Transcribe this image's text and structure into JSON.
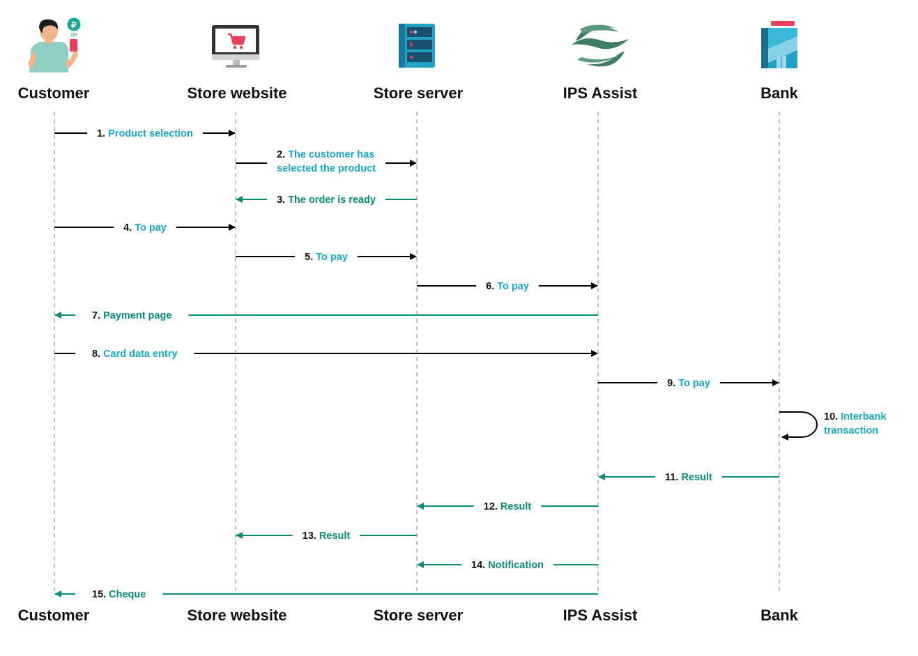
{
  "colors": {
    "request": "#000000",
    "response": "#0a8a7a",
    "text_blue": "#1ba5c6",
    "text_green": "#0a8a7a",
    "dark_text": "#111111",
    "lifeline": "#b4b4b4"
  },
  "actors": [
    {
      "id": "customer",
      "name": "Customer",
      "icon": "customer-with-phone-icon"
    },
    {
      "id": "store_website",
      "name": "Store website",
      "icon": "monitor-shopping-cart-icon"
    },
    {
      "id": "store_server",
      "name": "Store server",
      "icon": "server-rack-icon"
    },
    {
      "id": "ips_assist",
      "name": "IPS Assist",
      "icon": "ips-assist-logo-icon"
    },
    {
      "id": "bank",
      "name": "Bank",
      "icon": "bank-building-icon"
    }
  ],
  "messages": [
    {
      "num": "1.",
      "lines": [
        "Product selection"
      ],
      "from": "customer",
      "to": "store_website",
      "kind": "request"
    },
    {
      "num": "2.",
      "lines": [
        "The customer has",
        "selected the product"
      ],
      "from": "store_website",
      "to": "store_server",
      "kind": "request"
    },
    {
      "num": "3.",
      "lines": [
        "The order is ready"
      ],
      "from": "store_server",
      "to": "store_website",
      "kind": "response"
    },
    {
      "num": "4.",
      "lines": [
        "To pay"
      ],
      "from": "customer",
      "to": "store_website",
      "kind": "request"
    },
    {
      "num": "5.",
      "lines": [
        "To pay"
      ],
      "from": "store_website",
      "to": "store_server",
      "kind": "request"
    },
    {
      "num": "6.",
      "lines": [
        "To pay"
      ],
      "from": "store_server",
      "to": "ips_assist",
      "kind": "request"
    },
    {
      "num": "7.",
      "lines": [
        "Payment page"
      ],
      "from": "ips_assist",
      "to": "customer",
      "kind": "response"
    },
    {
      "num": "8.",
      "lines": [
        "Card data entry"
      ],
      "from": "customer",
      "to": "ips_assist",
      "kind": "request"
    },
    {
      "num": "9.",
      "lines": [
        "To pay"
      ],
      "from": "ips_assist",
      "to": "bank",
      "kind": "request"
    },
    {
      "num": "10.",
      "lines": [
        "Interbank",
        "transaction"
      ],
      "from": "bank",
      "to": "bank",
      "kind": "self"
    },
    {
      "num": "11.",
      "lines": [
        "Result"
      ],
      "from": "bank",
      "to": "ips_assist",
      "kind": "response"
    },
    {
      "num": "12.",
      "lines": [
        "Result"
      ],
      "from": "ips_assist",
      "to": "store_server",
      "kind": "response"
    },
    {
      "num": "13.",
      "lines": [
        "Result"
      ],
      "from": "store_server",
      "to": "store_website",
      "kind": "response"
    },
    {
      "num": "14.",
      "lines": [
        "Notification"
      ],
      "from": "ips_assist",
      "to": "store_server",
      "kind": "response"
    },
    {
      "num": "15.",
      "lines": [
        "Cheque"
      ],
      "from": "ips_assist",
      "to": "customer",
      "kind": "response"
    }
  ]
}
